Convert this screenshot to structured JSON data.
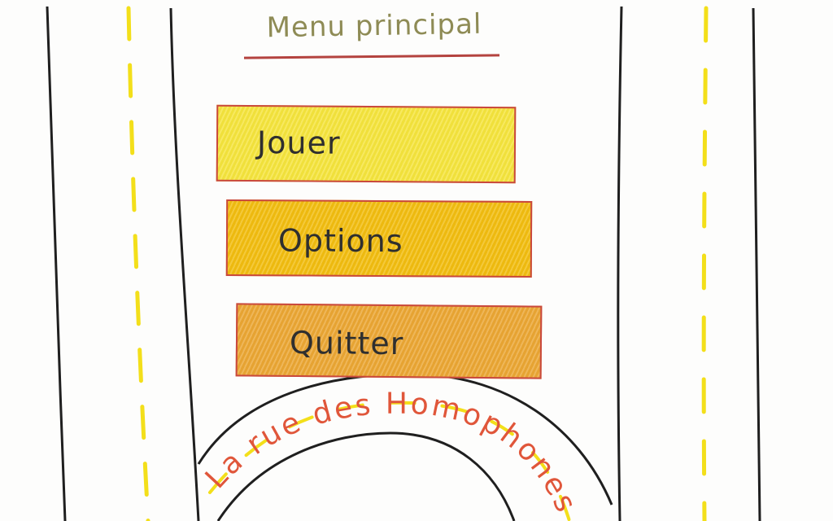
{
  "menu": {
    "title": "Menu principal",
    "buttons": [
      {
        "id": "jouer",
        "label": "Jouer",
        "color": "#f5e43c"
      },
      {
        "id": "options",
        "label": "Options",
        "color": "#f2bd0f"
      },
      {
        "id": "quitter",
        "label": "Quitter",
        "color": "#eba633"
      }
    ]
  },
  "road": {
    "name": "La rue des Homophones",
    "line_color": "#1f1f1f",
    "dash_color": "#f3df1a"
  },
  "colors": {
    "title_text": "#8e8b55",
    "title_underline": "#b4433f",
    "button_border": "#c9483e",
    "road_name_text": "#e0563a"
  }
}
